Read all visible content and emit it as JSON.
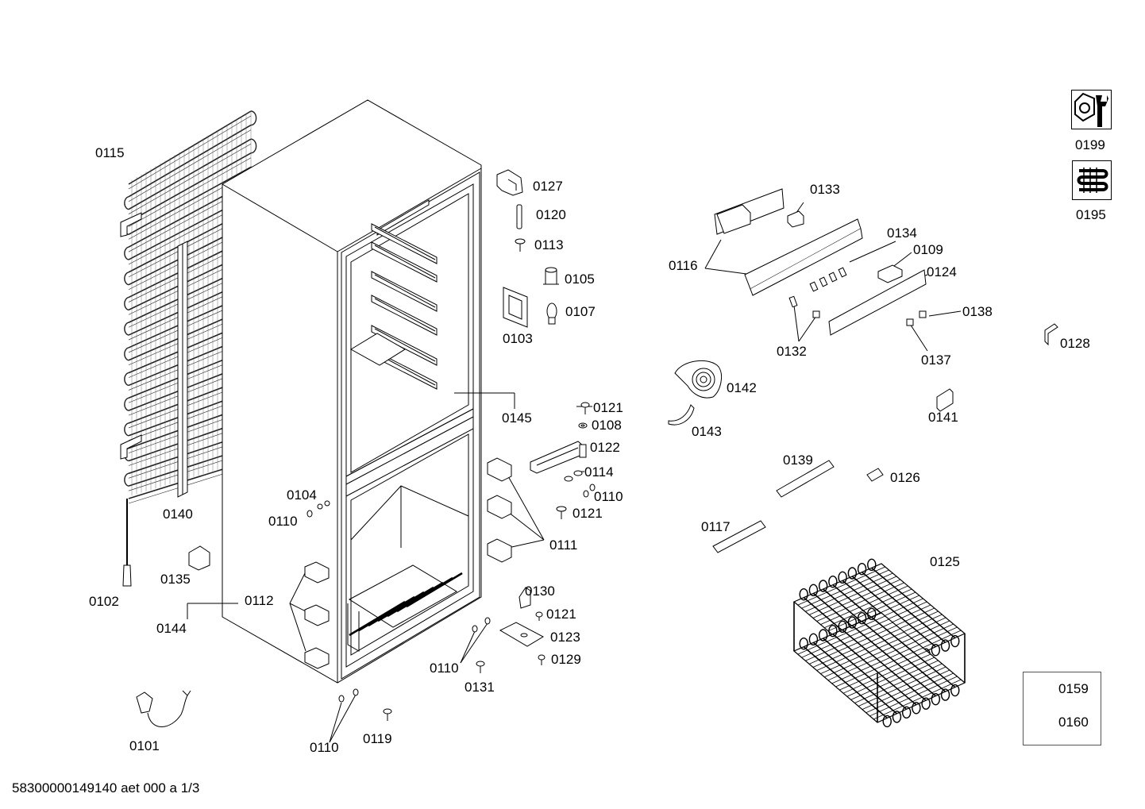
{
  "document_id": "58300000149140 aet 000 a 1/3",
  "service_icons": [
    {
      "label": "0199",
      "icon": "nut-wrench-icon"
    },
    {
      "label": "0195",
      "icon": "coil-heater-icon"
    }
  ],
  "legend": [
    {
      "label": "0159",
      "icon": "folded-sheet-icon"
    },
    {
      "label": "0160",
      "icon": "flat-sheet-icon"
    }
  ],
  "labels": {
    "p0115": "0115",
    "p0140": "0140",
    "p0102": "0102",
    "p0135": "0135",
    "p0144": "0144",
    "p0112": "0112",
    "p0104": "0104",
    "p0110a": "0110",
    "p0101": "0101",
    "p0110b": "0110",
    "p0119": "0119",
    "p0110c": "0110",
    "p0131": "0131",
    "p0127": "0127",
    "p0120": "0120",
    "p0113": "0113",
    "p0105": "0105",
    "p0107": "0107",
    "p0103": "0103",
    "p0145": "0145",
    "p0121a": "0121",
    "p0108": "0108",
    "p0122": "0122",
    "p0114": "0114",
    "p0110d": "0110",
    "p0121b": "0121",
    "p0111": "0111",
    "p0130": "0130",
    "p0121c": "0121",
    "p0123": "0123",
    "p0129": "0129",
    "p0116": "0116",
    "p0133": "0133",
    "p0134": "0134",
    "p0109": "0109",
    "p0124": "0124",
    "p0138": "0138",
    "p0132": "0132",
    "p0137": "0137",
    "p0128": "0128",
    "p0142": "0142",
    "p0143": "0143",
    "p0141": "0141",
    "p0139": "0139",
    "p0126": "0126",
    "p0117": "0117",
    "p0125": "0125"
  }
}
